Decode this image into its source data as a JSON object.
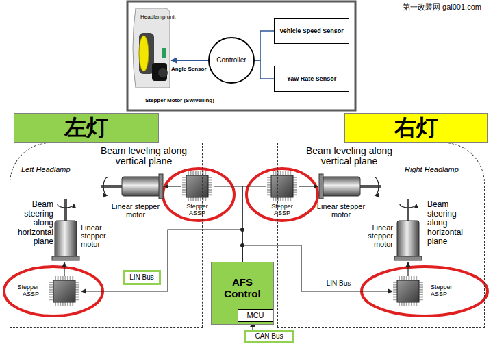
{
  "diagram": {
    "nodes": [
      {
        "text": [
          "Controller"
        ]
      },
      {
        "text": [
          "Vehicle Speed Sensor"
        ]
      },
      {
        "text": [
          "Yaw Rate Sensor"
        ]
      },
      {
        "text": [
          "左灯"
        ]
      },
      {
        "text": [
          "右灯"
        ]
      },
      {
        "text": [
          "Left Headlamp"
        ]
      },
      {
        "text": [
          "Stepper ASSP"
        ],
        "in": 5
      },
      {
        "text": [
          "LIN Bus"
        ],
        "in": 5
      },
      {
        "text": [
          "Stepper ASSP"
        ]
      },
      {
        "text": [
          "Stepper ASSP"
        ]
      },
      {
        "text": [
          "Right Headlamp"
        ]
      },
      {
        "text": [
          "Stepper ASSP"
        ],
        "in": 10
      },
      {
        "text": [
          "AFS Control"
        ]
      },
      {
        "text": [
          "MCU"
        ],
        "in": 12
      },
      {
        "text": [
          "CAN Bus"
        ]
      }
    ],
    "edges": [
      {
        "from": 0,
        "to": 1,
        "arrow": "none"
      },
      {
        "from": 0,
        "to": 2,
        "arrow": "none"
      },
      {
        "from": 12,
        "to": 8,
        "arrow": "none"
      },
      {
        "from": 12,
        "to": 9,
        "arrow": "none"
      },
      {
        "from": 12,
        "to": 6,
        "arrow": "to"
      },
      {
        "from": 12,
        "to": 11,
        "arrow": "to",
        "label": "LIN Bus"
      },
      {
        "from": 14,
        "to": 13,
        "arrow": "to"
      }
    ],
    "labels": [
      "Headlamp unit",
      "Angle Sensor",
      "Stepper Motor (Swivelling)",
      "第一改装网 gai001.com",
      "Beam leveling along vertical plane",
      "Linear stepper motor",
      "Beam steering along horizontal plane",
      "Linear stepper motor",
      "Beam leveling along vertical plane",
      "Linear stepper motor",
      "Beam steering along horizontal plane",
      "Linear stepper motor"
    ]
  }
}
